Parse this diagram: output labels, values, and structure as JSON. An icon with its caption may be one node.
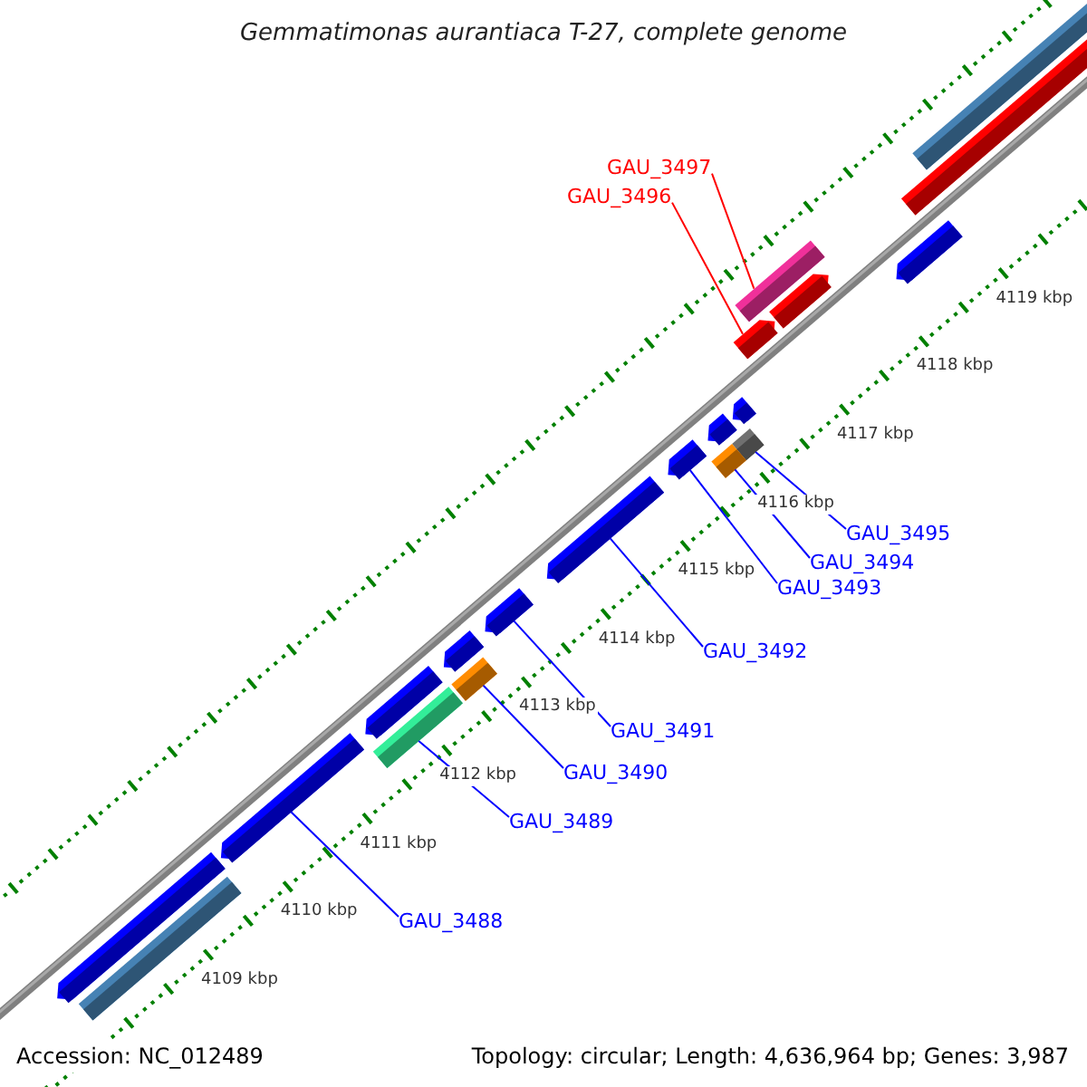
{
  "diagram": {
    "title": "Gemmatimonas aurantiaca T-27, complete genome",
    "nodes": [
      {
        "text": [
          "GAU_3497"
        ]
      },
      {
        "text": [
          "GAU_3496"
        ]
      },
      {
        "text": [
          "GAU_3495"
        ]
      },
      {
        "text": [
          "GAU_3494"
        ]
      },
      {
        "text": [
          "GAU_3493"
        ]
      },
      {
        "text": [
          "GAU_3492"
        ]
      },
      {
        "text": [
          "GAU_3491"
        ]
      },
      {
        "text": [
          "GAU_3490"
        ]
      },
      {
        "text": [
          "GAU_3489"
        ]
      },
      {
        "text": [
          "GAU_3488"
        ]
      },
      {
        "text": [],
        "shape": "bar"
      },
      {
        "text": [],
        "shape": "bar"
      },
      {
        "text": [],
        "shape": "bar"
      },
      {
        "text": [],
        "shape": "bar"
      },
      {
        "text": [],
        "shape": "bar"
      },
      {
        "text": [],
        "shape": "bar"
      },
      {
        "text": [],
        "shape": "bar"
      },
      {
        "text": [],
        "shape": "bar"
      },
      {
        "text": [],
        "shape": "bar"
      },
      {
        "text": [],
        "shape": "bar"
      },
      {
        "text": [],
        "shape": "bar"
      },
      {
        "text": [],
        "shape": "bar"
      },
      {
        "text": [],
        "shape": "bar"
      },
      {
        "text": [],
        "shape": "bar"
      },
      {
        "text": [],
        "shape": "bar"
      },
      {
        "text": [],
        "shape": "bar"
      },
      {
        "text": [],
        "shape": "bar"
      },
      {
        "text": [],
        "shape": "bar"
      },
      {
        "text": [],
        "shape": "bar"
      },
      {
        "text": [],
        "shape": "bar"
      }
    ],
    "edges": [
      {
        "from": 0,
        "to": 14,
        "arrow": "none",
        "color": "#ff0000"
      },
      {
        "from": 1,
        "to": 15,
        "arrow": "none",
        "color": "#ff0000"
      },
      {
        "from": 2,
        "to": 17,
        "arrow": "none"
      },
      {
        "from": 3,
        "to": 19,
        "arrow": "none"
      },
      {
        "from": 4,
        "to": 20,
        "arrow": "none"
      },
      {
        "from": 5,
        "to": 21,
        "arrow": "none"
      },
      {
        "from": 6,
        "to": 22,
        "arrow": "none"
      },
      {
        "from": 7,
        "to": 24,
        "arrow": "none"
      },
      {
        "from": 8,
        "to": 26,
        "arrow": "none"
      },
      {
        "from": 9,
        "to": 27,
        "arrow": "none"
      }
    ],
    "labels": [
      "4109 kbp",
      "4110 kbp",
      "4111 kbp",
      "4112 kbp",
      "4113 kbp",
      "4114 kbp",
      "4115 kbp",
      "4116 kbp",
      "4117 kbp",
      "4118 kbp",
      "4119 kbp",
      "Accession: NC_012489",
      "Topology: circular; Length: 4,636,964 bp; Genes: 3,987"
    ]
  }
}
